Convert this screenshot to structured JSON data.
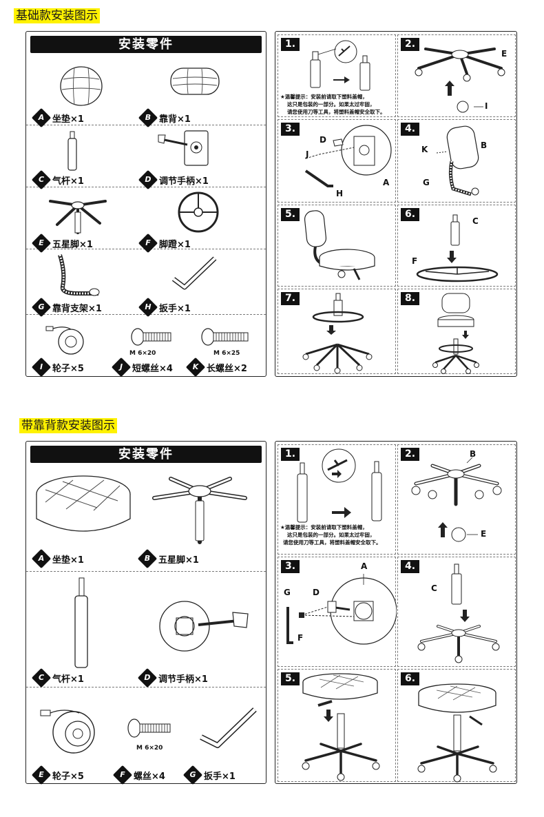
{
  "sections": [
    {
      "title": "基础款安装图示",
      "parts_header": "安装零件",
      "parts": [
        {
          "letter": "A",
          "name": "坐垫×1",
          "icon": "round-seat-icon"
        },
        {
          "letter": "B",
          "name": "靠背×1",
          "icon": "backrest-icon"
        },
        {
          "letter": "C",
          "name": "气杆×1",
          "icon": "gas-lift-icon"
        },
        {
          "letter": "D",
          "name": "调节手柄×1",
          "icon": "adjustment-handle-icon"
        },
        {
          "letter": "E",
          "name": "五星脚×1",
          "icon": "five-star-base-icon"
        },
        {
          "letter": "F",
          "name": "脚蹬×1",
          "icon": "footrest-ring-icon"
        },
        {
          "letter": "G",
          "name": "靠背支架×1",
          "icon": "backrest-bracket-icon"
        },
        {
          "letter": "H",
          "name": "扳手×1",
          "icon": "allen-wrench-icon"
        },
        {
          "letter": "I",
          "name": "轮子×5",
          "icon": "caster-wheel-icon"
        },
        {
          "letter": "J",
          "name": "短螺丝×4",
          "icon": "short-screw-icon",
          "spec": "M 6×20"
        },
        {
          "letter": "K",
          "name": "长螺丝×2",
          "icon": "long-screw-icon",
          "spec": "M 6×25"
        }
      ],
      "steps": [
        {
          "num": "1.",
          "tip": [
            "★温馨提示：安装前请取下塑料盖帽，",
            "这只是包装的一部分。如果太过牢固，",
            "请您使用刀等工具，将塑料盖帽安全取下。"
          ]
        },
        {
          "num": "2.",
          "callouts": [
            "E",
            "I"
          ]
        },
        {
          "num": "3.",
          "callouts": [
            "D",
            "J",
            "A",
            "H"
          ]
        },
        {
          "num": "4.",
          "callouts": [
            "K",
            "B",
            "G"
          ]
        },
        {
          "num": "5."
        },
        {
          "num": "6.",
          "callouts": [
            "C",
            "F"
          ]
        },
        {
          "num": "7."
        },
        {
          "num": "8."
        }
      ]
    },
    {
      "title": "带靠背款安装图示",
      "parts_header": "安装零件",
      "parts": [
        {
          "letter": "A",
          "name": "坐垫×1",
          "icon": "round-seat-icon"
        },
        {
          "letter": "B",
          "name": "五星脚×1",
          "icon": "five-star-base-icon"
        },
        {
          "letter": "C",
          "name": "气杆×1",
          "icon": "gas-lift-icon"
        },
        {
          "letter": "D",
          "name": "调节手柄×1",
          "icon": "adjustment-handle-icon"
        },
        {
          "letter": "E",
          "name": "轮子×5",
          "icon": "caster-wheel-icon"
        },
        {
          "letter": "F",
          "name": "螺丝×4",
          "icon": "screw-icon",
          "spec": "M 6×20"
        },
        {
          "letter": "G",
          "name": "扳手×1",
          "icon": "allen-wrench-icon"
        }
      ],
      "steps": [
        {
          "num": "1.",
          "tip": [
            "★温馨提示：安装前请取下塑料盖帽，",
            "这只是包装的一部分。如果太过牢固，",
            "请您使用刀等工具，将塑料盖帽安全取下。"
          ]
        },
        {
          "num": "2.",
          "callouts": [
            "B",
            "E"
          ]
        },
        {
          "num": "3.",
          "callouts": [
            "A",
            "G",
            "D",
            "F"
          ]
        },
        {
          "num": "4.",
          "callouts": [
            "C"
          ]
        },
        {
          "num": "5."
        },
        {
          "num": "6."
        }
      ]
    }
  ],
  "colors": {
    "title_highlight": "#fff200",
    "ink": "#111111"
  }
}
